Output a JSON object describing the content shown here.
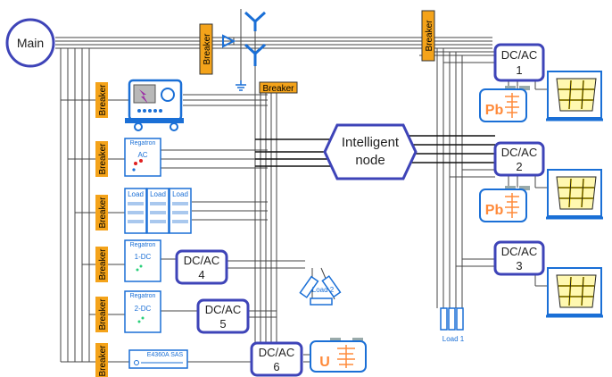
{
  "main_label": "Main",
  "breaker_label": "Breaker",
  "dcac_label": "DC/AC",
  "node_line1": "Intelligent",
  "node_line2": "node",
  "load_label": "Load",
  "load1_label": "Load 1",
  "load2_label": "Load 2",
  "regatron_label": "Regatron",
  "regatron_ac": "AC",
  "regatron_1dc": "1-DC",
  "regatron_2dc": "2-DC",
  "sas_label": "E4360A  SAS",
  "pb_label": "Pb",
  "u_label": "U",
  "converters": [
    "1",
    "2",
    "3",
    "4",
    "5",
    "6"
  ],
  "colors": {
    "dcac_border": "#3e44b8",
    "main_border": "#3e44b8",
    "breaker_fill": "#f4a31a",
    "battery_fill": "#ff8a3a",
    "solar_yellow": "#ffe000",
    "device_blue": "#1a6fd6"
  }
}
